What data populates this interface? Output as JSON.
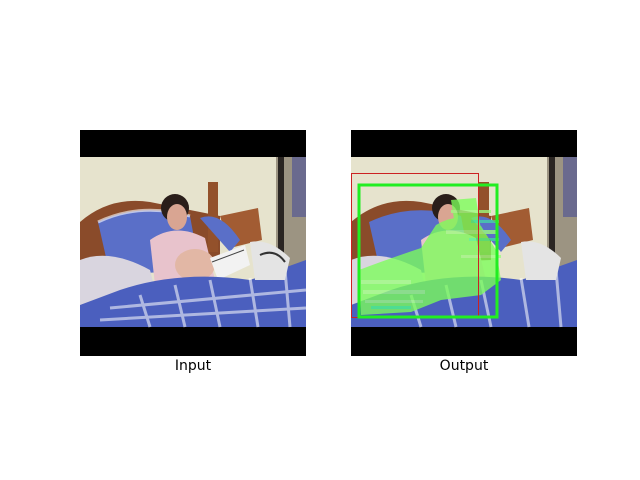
{
  "captions": {
    "input": "Input",
    "output": "Output"
  },
  "scene": {
    "description_tags": [
      "bedroom-photo",
      "person-in-bed",
      "checkered-blue-bedding"
    ]
  },
  "overlay": {
    "colors": {
      "detection_box": "#22ee22",
      "proposal_box": "#cc2222",
      "segmentation_fill": "#7cff5a"
    }
  }
}
